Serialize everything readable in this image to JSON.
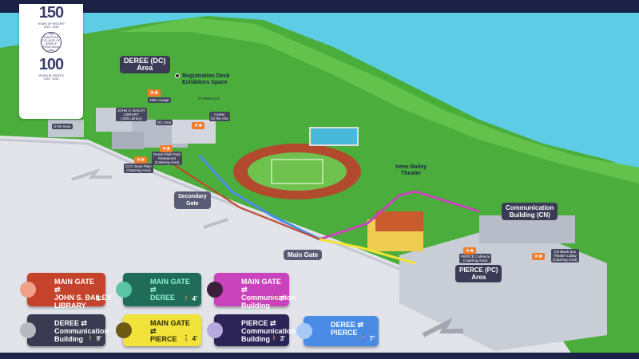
{
  "logo": {
    "years1": "150",
    "years1_caption": "YEARS OF HISTORY",
    "years1_range": "1875 - 2025",
    "seal_text": "THE AMERICAN COLLEGE OF GREECE Pierce Deree Alba",
    "years2": "100",
    "years2_caption": "YEARS IN GREECE",
    "years2_range": "1925 - 2025"
  },
  "areas": {
    "deree": "DEREE (DC)\nArea",
    "pierce": "PIERCE (PC)\nArea",
    "comm": "Communication\nBuilding (CN)"
  },
  "labels": {
    "registration": "Registration Desk\nExhibitors Space",
    "irene": "Irene Bailey\nTheater",
    "secondary_gate": "Secondary\nGate",
    "main_gate": "Main Gate",
    "library": "JOHN S. BAILEY\nLIBRARY\n(JSB Library)",
    "dc_area": "DC Area",
    "center_arts": "Center\nfor the Arts",
    "gym": "GYM Seas",
    "starbucks": "STARBUCKS",
    "jsb_lounge": "JSB Lounge",
    "deree_restaurant": "Deree Park Patio\nRestaurant\n(Catering Area)",
    "ccc": "CCC Seas Patio\n(Catering Area)",
    "pierce_cafeteria": "PIERCE Cafeteria\n(Catering Area)",
    "cn_patio": "CN Black Box\nTheater Lobby\n(Catering Area)"
  },
  "routes": [
    {
      "from": "MAIN GATE",
      "to": "JOHN S. BAILEY\nLIBRARY",
      "time": "5'",
      "color": "#c5432b",
      "dot": "#f1a08a"
    },
    {
      "from": "MAIN GATE",
      "to": "DEREE",
      "time": "4'",
      "color": "#1f6d58",
      "dot": "#5cc5a3",
      "teal": true
    },
    {
      "from": "MAIN GATE",
      "to": "Communication\nBuilding",
      "time": "7'",
      "color": "#c944bc",
      "dot": "#3b1f3d"
    },
    {
      "from": "DEREE",
      "to": "Communication\nBuilding",
      "time": "9'",
      "color": "#3a3b50",
      "dot": "#b8b8c0"
    },
    {
      "from": "MAIN GATE",
      "to": "PIERCE",
      "time": "4'",
      "color": "#f2e33a",
      "dot": "#6b5a10",
      "dark": true
    },
    {
      "from": "PIERCE",
      "to": "Communication\nBuilding",
      "time": "3'",
      "color": "#2c2456",
      "dot": "#b7a9e0"
    },
    {
      "from": "DEREE",
      "to": "PIERCE",
      "time": "7'",
      "color": "#4a8be6",
      "dot": "#a9caf7"
    }
  ],
  "colors": {
    "sea": "#5dcde6",
    "hill": "#4bae3c",
    "road": "#e2e4ea",
    "track": "#b24a2e",
    "navy": "#1c2246"
  },
  "icons": [
    "walk-icon",
    "swap-arrows-icon",
    "catering-icon"
  ]
}
